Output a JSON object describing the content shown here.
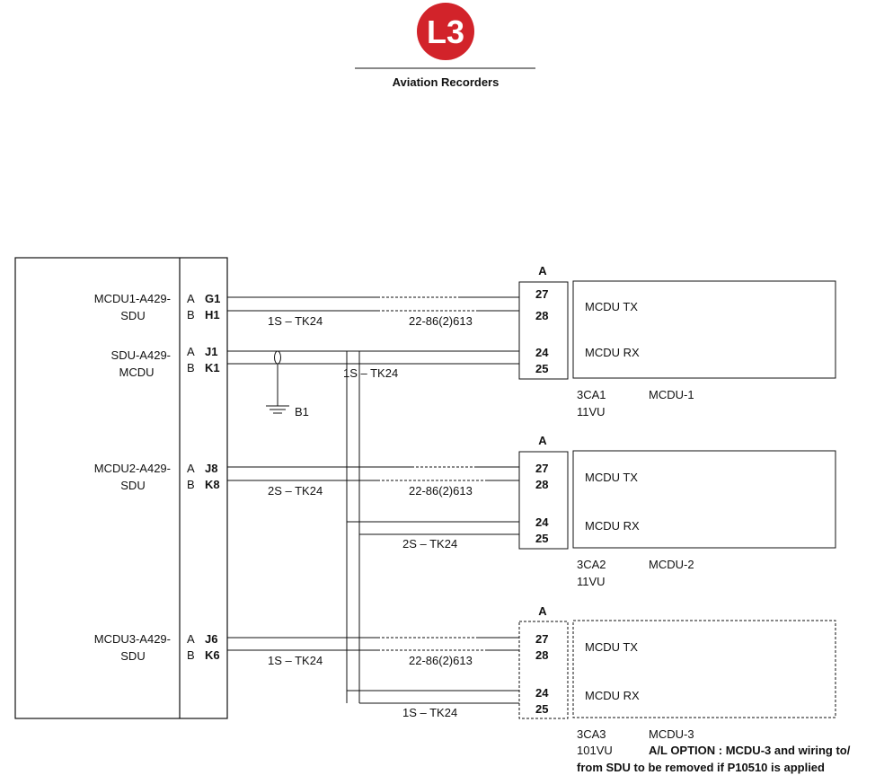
{
  "header": {
    "logo_text": "L3",
    "brand_color": "#d2232a",
    "subtitle": "Aviation Recorders"
  },
  "sdu_groups": [
    {
      "label_line1": "MCDU1-A429-",
      "label_line2": "SDU",
      "a_letter": "A",
      "a_pin": "G1",
      "b_letter": "B",
      "b_pin": "H1"
    },
    {
      "label_line1": "SDU-A429-",
      "label_line2": "MCDU",
      "a_letter": "A",
      "a_pin": "J1",
      "b_letter": "B",
      "b_pin": "K1"
    },
    {
      "label_line1": "MCDU2-A429-",
      "label_line2": "SDU",
      "a_letter": "A",
      "a_pin": "J8",
      "b_letter": "B",
      "b_pin": "K8"
    },
    {
      "label_line1": "MCDU3-A429-",
      "label_line2": "SDU",
      "a_letter": "A",
      "a_pin": "J6",
      "b_letter": "B",
      "b_pin": "K6"
    }
  ],
  "ground_label": "B1",
  "cable_labels": {
    "c1_tx": "1S – TK24",
    "c1_rx": "1S – TK24",
    "c2_tx": "2S – TK24",
    "c2_rx": "2S – TK24",
    "c3_tx": "1S – TK24",
    "c3_rx": "1S – TK24",
    "harness1": "22-86(2)613",
    "harness2": "22-86(2)613",
    "harness3": "22-86(2)613"
  },
  "mcdu_units": [
    {
      "connector": "A",
      "pins": [
        "27",
        "28",
        "24",
        "25"
      ],
      "tx": "MCDU TX",
      "rx": "MCDU RX",
      "ref": "3CA1",
      "vu": "11VU",
      "name": "MCDU-1",
      "optional": false
    },
    {
      "connector": "A",
      "pins": [
        "27",
        "28",
        "24",
        "25"
      ],
      "tx": "MCDU TX",
      "rx": "MCDU RX",
      "ref": "3CA2",
      "vu": "11VU",
      "name": "MCDU-2",
      "optional": false
    },
    {
      "connector": "A",
      "pins": [
        "27",
        "28",
        "24",
        "25"
      ],
      "tx": "MCDU TX",
      "rx": "MCDU RX",
      "ref": "3CA3",
      "vu": "101VU",
      "name": "MCDU-3",
      "optional": true
    }
  ],
  "option_note": {
    "line1": "A/L OPTION : MCDU-3 and wiring to/",
    "line2": "from SDU to be removed if P10510 is applied"
  }
}
